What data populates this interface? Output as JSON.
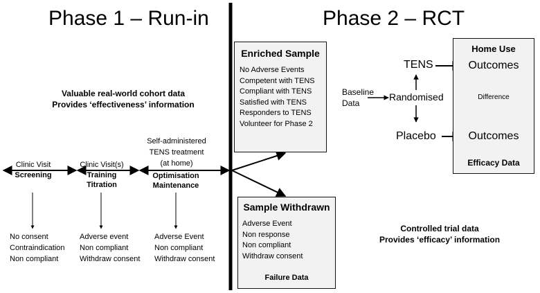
{
  "phase1": {
    "title": "Phase 1 – Run-in",
    "cohort_line1": "Valuable real-world cohort data",
    "cohort_line2": "Provides ‘effectiveness’ information",
    "self_admin": [
      "Self-administered",
      "TENS treatment",
      "(at home)"
    ],
    "stages": [
      {
        "top": "Clinic Visit",
        "bold": [
          "Screening"
        ],
        "outcomes": [
          "No consent",
          "Contraindication",
          "Non compliant"
        ]
      },
      {
        "top": "Clinic Visit(s)",
        "bold": [
          "Training",
          "Titration"
        ],
        "outcomes": [
          "Adverse event",
          "Non compliant",
          "Withdraw consent"
        ]
      },
      {
        "top": "",
        "bold": [
          "Optimisation",
          "Maintenance"
        ],
        "outcomes": [
          "Adverse Event",
          "Non compliant",
          "Withdraw consent"
        ]
      }
    ]
  },
  "phase2": {
    "title": "Phase 2 – RCT",
    "enriched": {
      "title": "Enriched Sample",
      "items": [
        "No Adverse Events",
        "Competent with TENS",
        "Compliant with TENS",
        "Satisfied with TENS",
        "Responders to TENS",
        "Volunteer for Phase 2"
      ]
    },
    "withdrawn": {
      "title": "Sample Withdrawn",
      "items": [
        "Adverse Event",
        "Non response",
        "Non compliant",
        "Withdraw consent"
      ],
      "footer": "Failure Data"
    },
    "baseline": [
      "Baseline",
      "Data"
    ],
    "randomised": "Randomised",
    "tens": "TENS",
    "placebo": "Placebo",
    "home_use": {
      "title": "Home Use",
      "outcome_top": "Outcomes",
      "difference": "Difference",
      "outcome_bottom": "Outcomes",
      "footer": "Efficacy Data"
    },
    "controlled_line1": "Controlled trial data",
    "controlled_line2": "Provides ‘efficacy’ information"
  }
}
